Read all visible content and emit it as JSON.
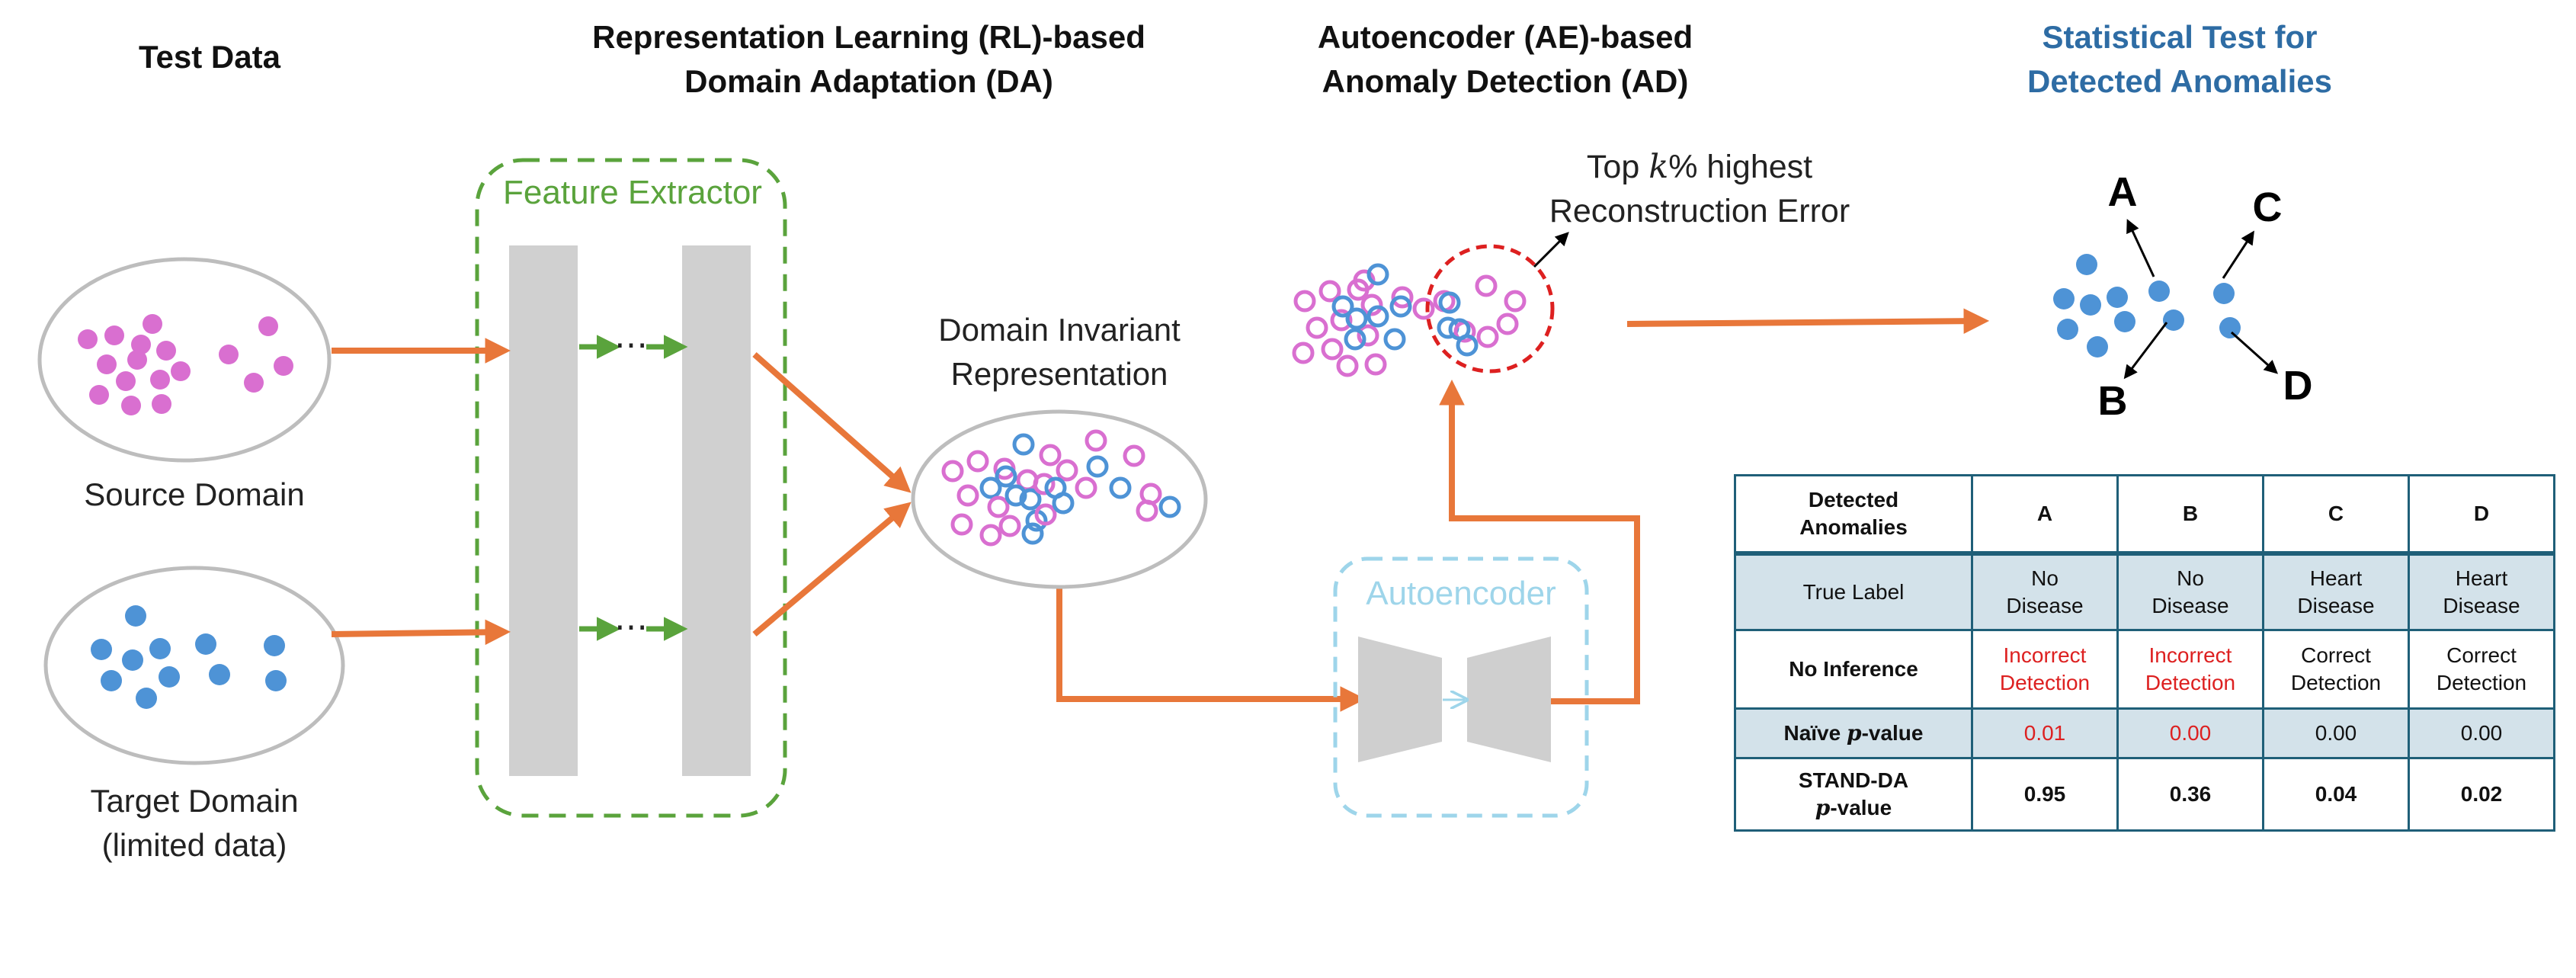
{
  "headers": {
    "test_data": "Test Data",
    "rl_da_line1": "Representation Learning (RL)-based",
    "rl_da_line2": "Domain Adaptation (DA)",
    "ae_ad_line1": "Autoencoder (AE)-based",
    "ae_ad_line2": "Anomaly Detection (AD)",
    "stat_line1": "Statistical Test for",
    "stat_line2": "Detected Anomalies"
  },
  "labels": {
    "source_domain": "Source Domain",
    "target_domain_line1": "Target Domain",
    "target_domain_line2": "(limited data)",
    "feature_extractor": "Feature Extractor",
    "dir_line1": "Domain Invariant",
    "dir_line2": "Representation",
    "autoencoder": "Autoencoder",
    "topk_pre": "Top ",
    "topk_k": "k",
    "topk_post": "% highest",
    "topk_line2": "Reconstruction Error",
    "dots": "⋯"
  },
  "points": {
    "a": "A",
    "b": "B",
    "c": "C",
    "d": "D"
  },
  "colors": {
    "source": "#d96fd0",
    "target": "#4e93d6",
    "arrow": "#e8773a",
    "green": "#5aa33c",
    "cyan": "#9ed5ea",
    "red_highlight": "#dd2020",
    "table_border": "#1f5f78",
    "table_shade": "#d3e2ea",
    "stat_title": "#2e6ca4"
  },
  "table": {
    "header": {
      "col0_line1": "Detected",
      "col0_line2": "Anomalies",
      "a": "A",
      "b": "B",
      "c": "C",
      "d": "D"
    },
    "true_label": {
      "label": "True Label",
      "a_1": "No",
      "a_2": "Disease",
      "b_1": "No",
      "b_2": "Disease",
      "c_1": "Heart",
      "c_2": "Disease",
      "d_1": "Heart",
      "d_2": "Disease"
    },
    "no_inference": {
      "label": "No Inference",
      "a_1": "Incorrect",
      "a_2": "Detection",
      "b_1": "Incorrect",
      "b_2": "Detection",
      "c_1": "Correct",
      "c_2": "Detection",
      "d_1": "Correct",
      "d_2": "Detection"
    },
    "naive": {
      "label_pre": "Naïve ",
      "label_p": "p",
      "label_post": "-value",
      "a": "0.01",
      "b": "0.00",
      "c": "0.00",
      "d": "0.00"
    },
    "stand_da": {
      "label_line1": "STAND-DA",
      "label_p": "p",
      "label_post": "-value",
      "a": "0.95",
      "b": "0.36",
      "c": "0.04",
      "d": "0.02"
    }
  }
}
